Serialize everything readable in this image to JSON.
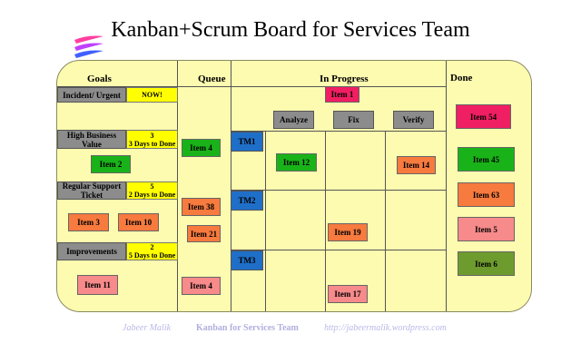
{
  "title": "Kanban+Scrum Board for Services Team",
  "columns": {
    "goals": "Goals",
    "queue": "Queue",
    "in_progress": "In Progress",
    "done": "Done"
  },
  "goals": {
    "incident": {
      "label": "Incident/ Urgent",
      "tag": "NOW!"
    },
    "high_business": {
      "label": "High Business Value",
      "tag": "3\n3 Days to Done"
    },
    "regular": {
      "label": "Regular Support Ticket",
      "tag": "5\n2 Days to Done"
    },
    "improvements": {
      "label": "Improvements",
      "tag": "2\n5 Days to Done"
    }
  },
  "substages": {
    "analyze": "Analyze",
    "fix": "Fix",
    "verify": "Verify"
  },
  "teams": {
    "tm1": "TM1",
    "tm2": "TM2",
    "tm3": "TM3"
  },
  "cards": {
    "item1": "Item 1",
    "item2": "Item 2",
    "item3": "Item 3",
    "item4a": "Item 4",
    "item4b": "Item 4",
    "item5": "Item 5",
    "item6": "Item 6",
    "item10": "Item 10",
    "item11": "Item 11",
    "item12": "Item 12",
    "item14": "Item 14",
    "item17": "Item 17",
    "item19": "Item 19",
    "item21": "Item 21",
    "item38": "Item 38",
    "item45": "Item 45",
    "item54": "Item 54",
    "item63": "Item 63"
  },
  "footer": {
    "author": "Jabeer Malik",
    "center": "Kanban for Services Team",
    "url": "http://jabeermalik.wordpress.com"
  },
  "colors": {
    "green": "#19b319",
    "orange": "#f77a3e",
    "pink": "#f78a8a",
    "red": "#f01e62",
    "olive": "#6e9b2e",
    "team_blue": "#1f6fc8",
    "board": "#fdfbb0"
  }
}
